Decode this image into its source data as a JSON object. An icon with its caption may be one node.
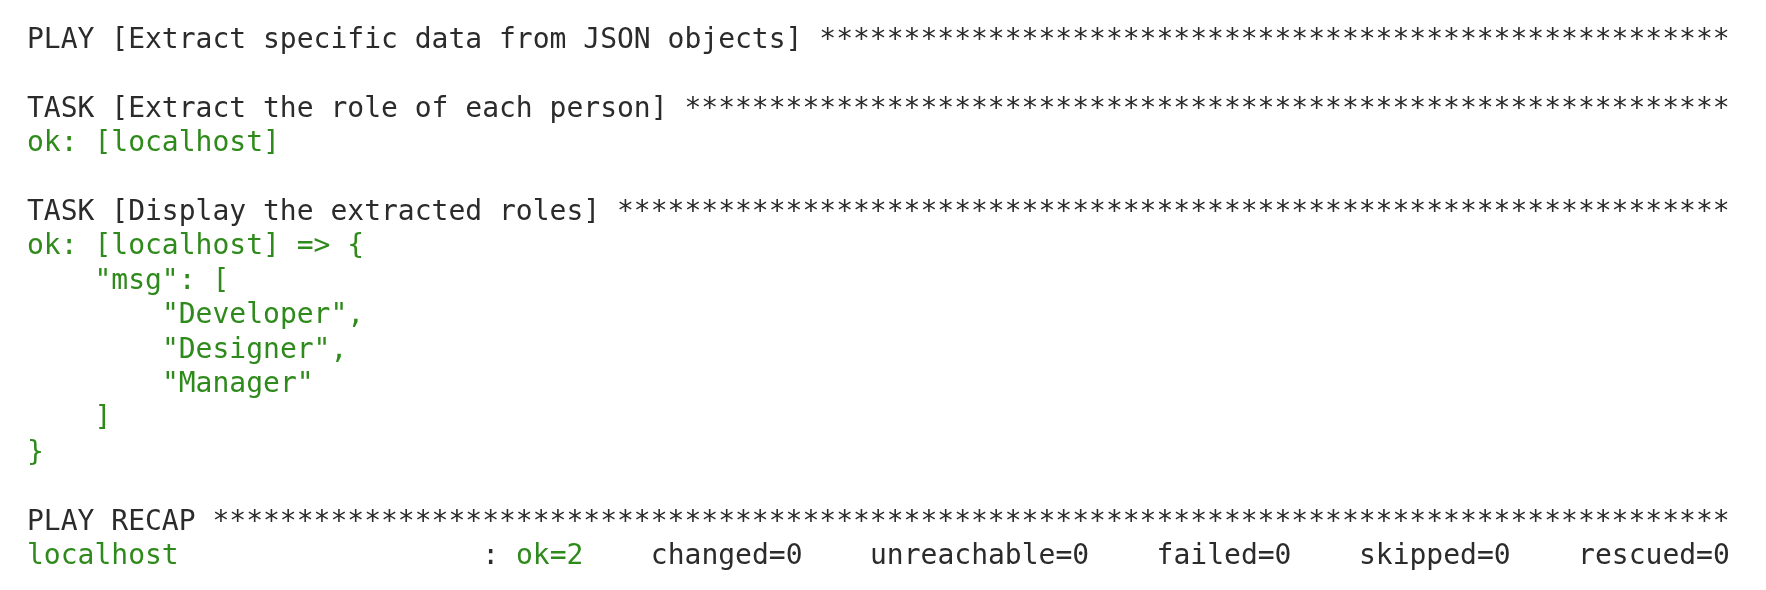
{
  "diagram": {
    "labels": [
      "PLAY [Extract specific data from JSON objects] ******************************************************",
      "TASK [Extract the role of each person] **************************************************************",
      "ok: [localhost]",
      "TASK [Display the extracted roles] ******************************************************************",
      "ok: [localhost] => {",
      "\"msg\": [",
      "\"Developer\",",
      "\"Designer\",",
      "\"Manager\"",
      "]",
      "}",
      "PLAY RECAP ******************************************************************************************",
      "localhost",
      ":",
      "ok=2",
      "changed=0",
      "unreachable=0",
      "failed=0",
      "skipped=0",
      "rescued=0"
    ]
  }
}
